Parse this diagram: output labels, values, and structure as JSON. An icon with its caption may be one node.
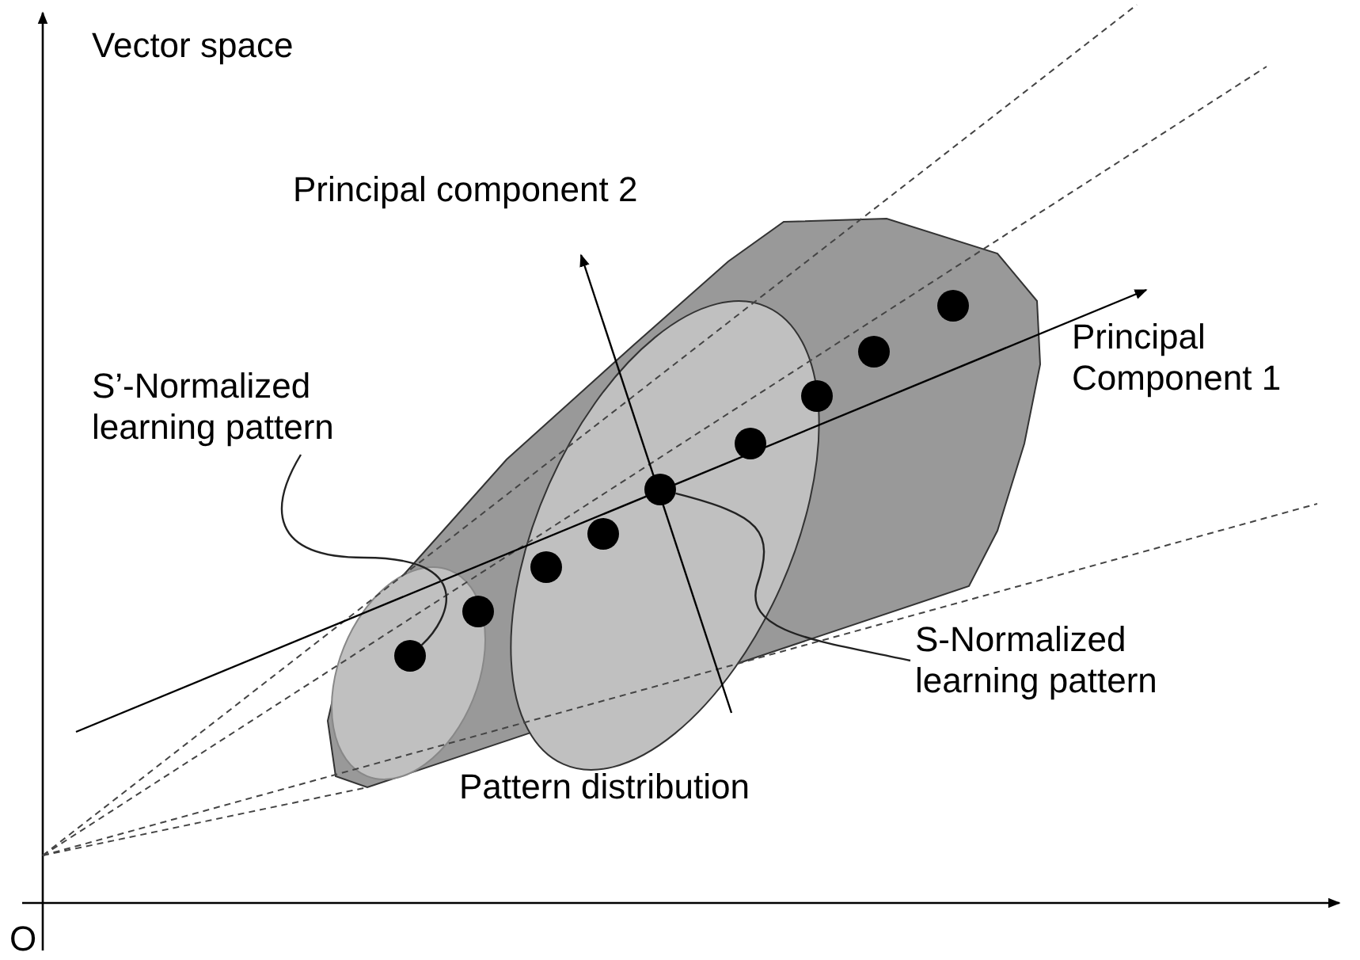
{
  "diagram": {
    "nodes": [
      {
        "text": [
          "S’-Normalized learning pattern"
        ]
      },
      {
        "text": [],
        "shape": "circle"
      },
      {
        "text": [],
        "shape": "circle"
      },
      {
        "text": [],
        "shape": "circle"
      },
      {
        "text": [],
        "shape": "circle"
      },
      {
        "text": [],
        "shape": "circle"
      },
      {
        "text": [],
        "shape": "circle"
      },
      {
        "text": [],
        "shape": "circle"
      },
      {
        "text": [],
        "shape": "circle"
      },
      {
        "text": [],
        "shape": "circle"
      },
      {
        "text": [
          "S-Normalized learning pattern"
        ]
      }
    ],
    "edges": [
      {
        "from": 0,
        "to": 1,
        "arrow": "none"
      },
      {
        "from": 10,
        "to": 5,
        "arrow": "none"
      }
    ],
    "labels": [
      "Vector space",
      "Principal component 2",
      "Principal Component 1",
      "Pattern distribution",
      "O"
    ]
  }
}
